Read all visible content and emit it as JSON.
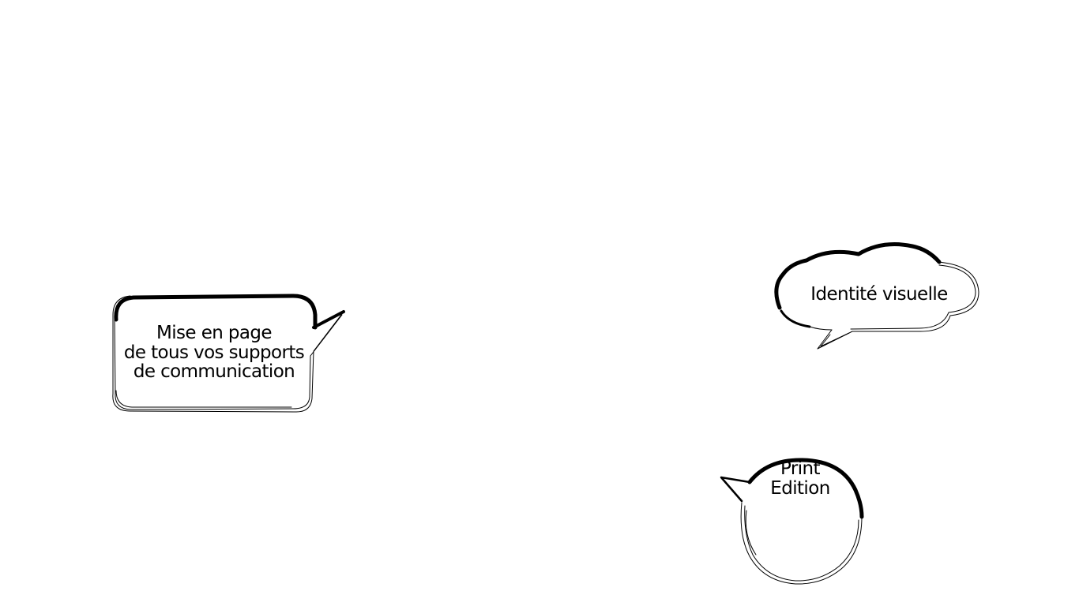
{
  "bubbles": {
    "layout": {
      "line1": "Mise en page",
      "line2": "de tous vos supports",
      "line3": "de communication"
    },
    "identity": {
      "label": "Identité visuelle"
    },
    "print": {
      "line1": "Print",
      "line2": "Edition"
    }
  },
  "colors": {
    "background": "#ffffff",
    "ink": "#000000"
  }
}
